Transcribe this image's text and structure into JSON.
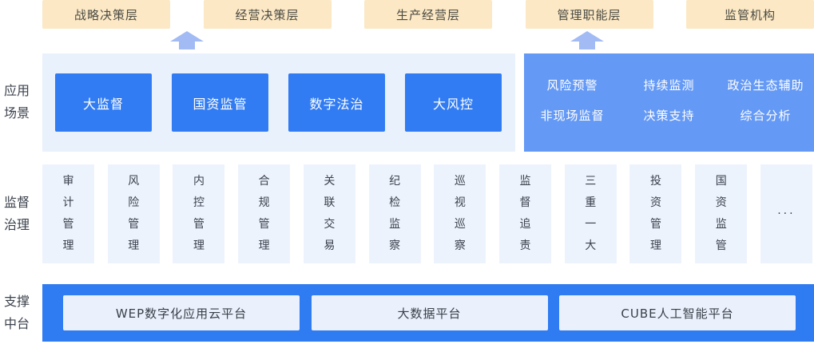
{
  "colors": {
    "layer_yellow": "#FCE8C4",
    "primary_blue": "#317CF3",
    "function_panel_blue": "#6499F5",
    "light_panel": "#E9F1FC",
    "card_bg": "#EDF3FD",
    "bottom_bar_blue": "#2F7BF2",
    "arrow_blue": "#A2BBF4",
    "text_dark": "#3C424D"
  },
  "top_layers": [
    {
      "label": "战略决策层"
    },
    {
      "label": "经营决策层"
    },
    {
      "label": "生产经营层"
    },
    {
      "label": "管理职能层"
    },
    {
      "label": "监管机构"
    }
  ],
  "app_scenarios": {
    "label_line1": "应用",
    "label_line2": "场景",
    "buttons": [
      {
        "label": "大监督"
      },
      {
        "label": "国资监管"
      },
      {
        "label": "数字法治"
      },
      {
        "label": "大风控"
      }
    ],
    "functions": [
      {
        "label": "风险预警"
      },
      {
        "label": "持续监测"
      },
      {
        "label": "政治生态辅助"
      },
      {
        "label": "非现场监督"
      },
      {
        "label": "决策支持"
      },
      {
        "label": "综合分析"
      }
    ]
  },
  "governance": {
    "label_line1": "监督",
    "label_line2": "治理",
    "items": [
      {
        "label": "审计管理"
      },
      {
        "label": "风险管理"
      },
      {
        "label": "内控管理"
      },
      {
        "label": "合规管理"
      },
      {
        "label": "关联交易"
      },
      {
        "label": "纪检监察"
      },
      {
        "label": "巡视巡察"
      },
      {
        "label": "监督追责"
      },
      {
        "label": "三重一大"
      },
      {
        "label": "投资管理"
      },
      {
        "label": "国资监管"
      },
      {
        "label": "···"
      }
    ]
  },
  "platforms": {
    "label_line1": "支撑",
    "label_line2": "中台",
    "items": [
      {
        "label": "WEP数字化应用云平台"
      },
      {
        "label": "大数据平台"
      },
      {
        "label": "CUBE人工智能平台"
      }
    ]
  }
}
